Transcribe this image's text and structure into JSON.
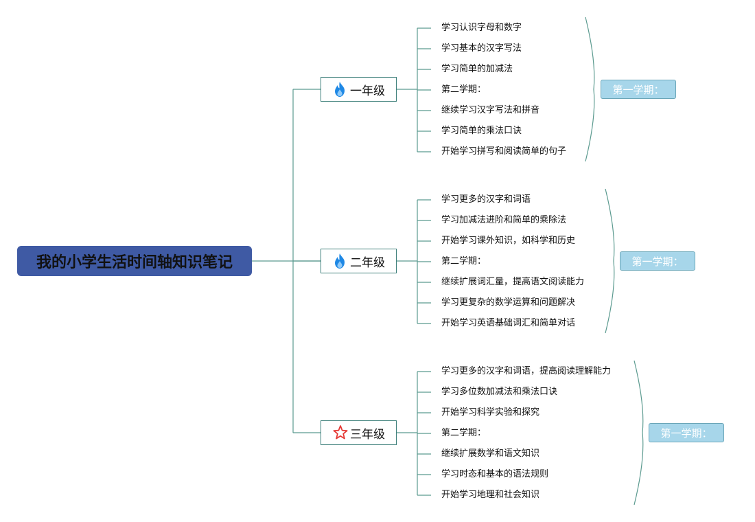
{
  "root": {
    "label": "我的小学生活时间轴知识笔记"
  },
  "colors": {
    "root_bg": "#3f5aa4",
    "line": "#5b9a8f",
    "grade_border": "#3d7f7a",
    "semester_bg": "#a7d6ea",
    "fire_icon": "#1e88e5",
    "star_icon": "#e53935"
  },
  "grades": [
    {
      "label": "一年级",
      "icon": "fire-icon",
      "items": [
        "学习认识字母和数字",
        "学习基本的汉字写法",
        "学习简单的加减法",
        "第二学期：",
        "继续学习汉字写法和拼音",
        "学习简单的乘法口诀",
        "开始学习拼写和阅读简单的句子"
      ],
      "semester": "第一学期："
    },
    {
      "label": "二年级",
      "icon": "fire-icon",
      "items": [
        "学习更多的汉字和词语",
        "学习加减法进阶和简单的乘除法",
        "开始学习课外知识，如科学和历史",
        "第二学期：",
        "继续扩展词汇量，提高语文阅读能力",
        "学习更复杂的数学运算和问题解决",
        "开始学习英语基础词汇和简单对话"
      ],
      "semester": "第一学期："
    },
    {
      "label": "三年级",
      "icon": "star-icon",
      "items": [
        "学习更多的汉字和词语，提高阅读理解能力",
        "学习多位数加减法和乘法口诀",
        "开始学习科学实验和探究",
        "第二学期：",
        "继续扩展数学和语文知识",
        "学习时态和基本的语法规则",
        "开始学习地理和社会知识"
      ],
      "semester": "第一学期："
    }
  ]
}
